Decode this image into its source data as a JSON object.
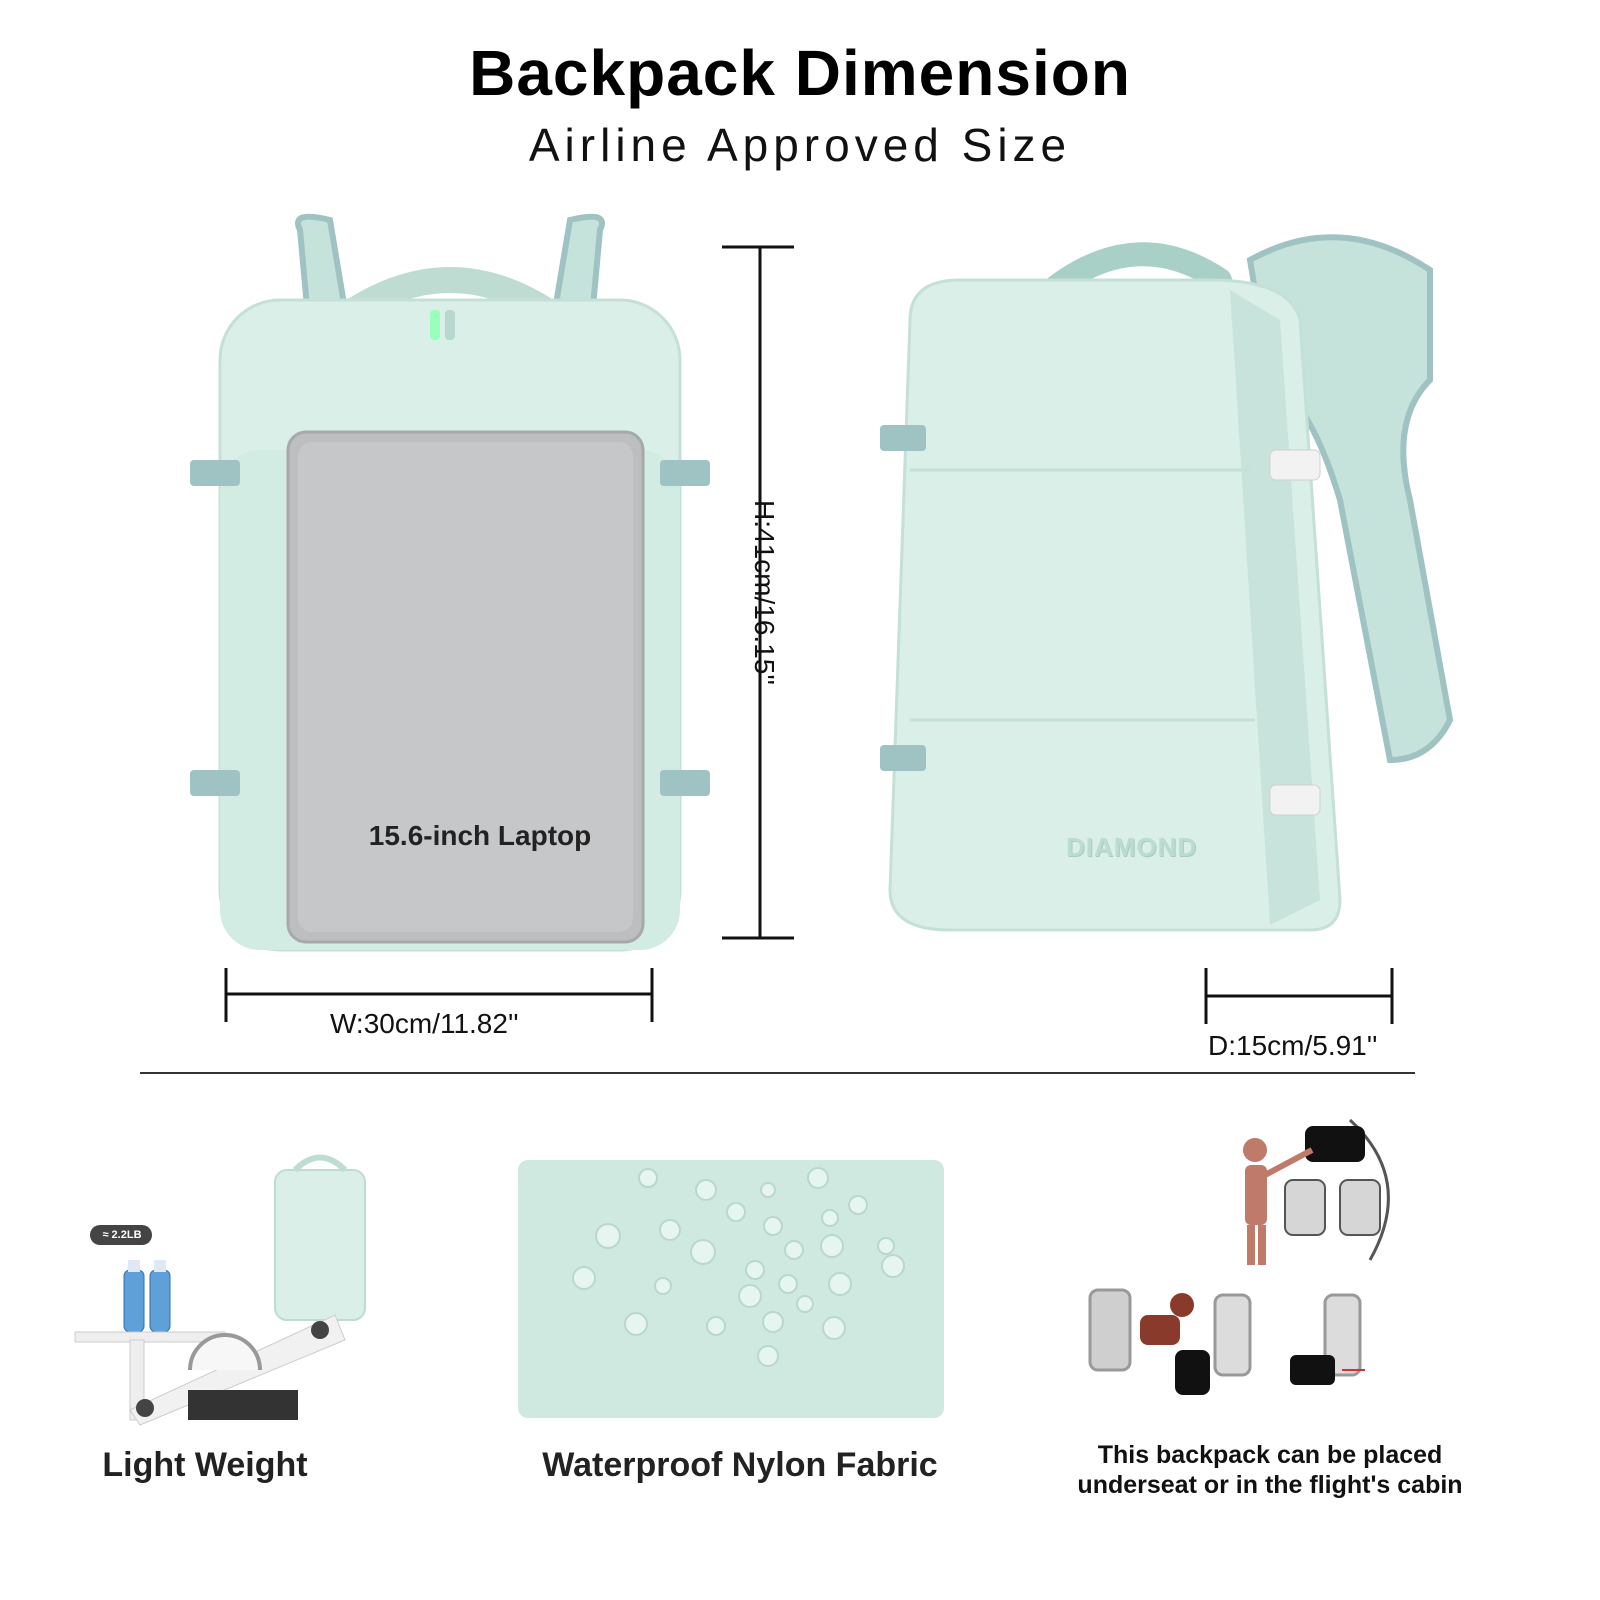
{
  "header": {
    "title": "Backpack Dimension",
    "subtitle": "Airline Approved Size"
  },
  "dimensions": {
    "width_label": "W:30cm/11.82''",
    "height_label": "H:41cm/16.15''",
    "depth_label": "D:15cm/5.91''"
  },
  "front_view": {
    "laptop_label": "15.6-inch Laptop"
  },
  "side_view": {
    "brand_text": "DIAMOND"
  },
  "features": {
    "light_weight": {
      "caption": "Light Weight",
      "weight_badge": "≈ 2.2LB"
    },
    "waterproof": {
      "caption": "Waterproof Nylon Fabric"
    },
    "placement": {
      "caption_line1": "This backpack can be placed",
      "caption_line2": "underseat or in the flight's cabin"
    }
  },
  "colors": {
    "bag": "#d9efe8",
    "bag_shadow": "#bfdcd3",
    "strap": "#9fc2c2",
    "laptop": "#bfc0c2",
    "fabric": "#cfe8e0"
  }
}
